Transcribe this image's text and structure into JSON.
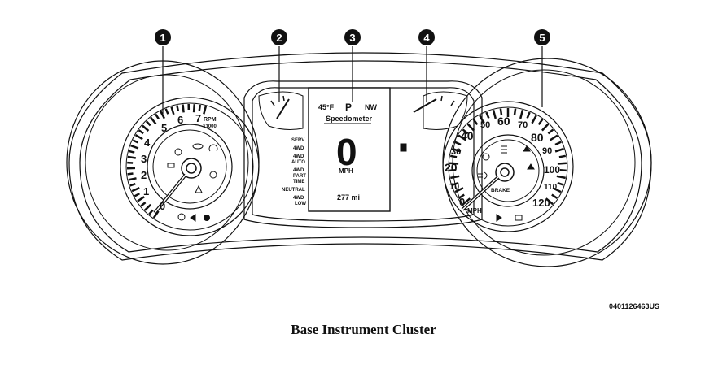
{
  "callouts": [
    "1",
    "2",
    "3",
    "4",
    "5"
  ],
  "tachometer": {
    "numbers": [
      "0",
      "1",
      "2",
      "3",
      "4",
      "5",
      "6",
      "7"
    ],
    "unit": "RPM",
    "multiplier": "×1000"
  },
  "center_display": {
    "temperature": "45°F",
    "gear": "P",
    "heading": "NW",
    "title": "Speedometer",
    "speed": "0",
    "speed_unit": "MPH",
    "odometer": "277 mi"
  },
  "indicators_4wd": [
    "SERV",
    "4WD",
    "4WD",
    "AUTO",
    "4WD",
    "PART",
    "TIME",
    "NEUTRAL",
    "4WD",
    "LOW"
  ],
  "speedometer": {
    "numbers": [
      "0",
      "10",
      "20",
      "30",
      "40",
      "50",
      "60",
      "70",
      "80",
      "90",
      "100",
      "110",
      "120"
    ],
    "unit": "MPH",
    "brake_label": "BRAKE"
  },
  "ref_code": "0401126463US",
  "caption": "Base Instrument Cluster"
}
